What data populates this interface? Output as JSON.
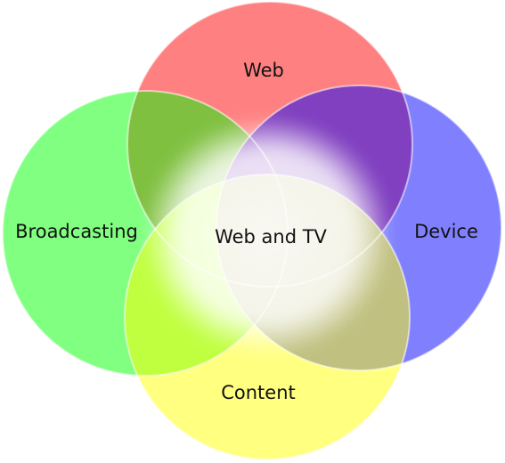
{
  "diagram": {
    "type": "venn",
    "sets": [
      {
        "id": "web",
        "label": "Web",
        "color": "#ff8080"
      },
      {
        "id": "broadcasting",
        "label": "Broadcasting",
        "color": "#80ff80"
      },
      {
        "id": "device",
        "label": "Device",
        "color": "#8080ff"
      },
      {
        "id": "content",
        "label": "Content",
        "color": "#ffff80"
      }
    ],
    "pairwise_overlaps": [
      {
        "sets": [
          "web",
          "broadcasting"
        ],
        "color": "#80c040"
      },
      {
        "sets": [
          "web",
          "device"
        ],
        "color": "#8040c0"
      },
      {
        "sets": [
          "broadcasting",
          "content"
        ],
        "color": "#c0ff40"
      },
      {
        "sets": [
          "device",
          "content"
        ],
        "color": "#c0c080"
      }
    ],
    "center": {
      "label": "Web and TV",
      "color": "#ffffff"
    }
  }
}
